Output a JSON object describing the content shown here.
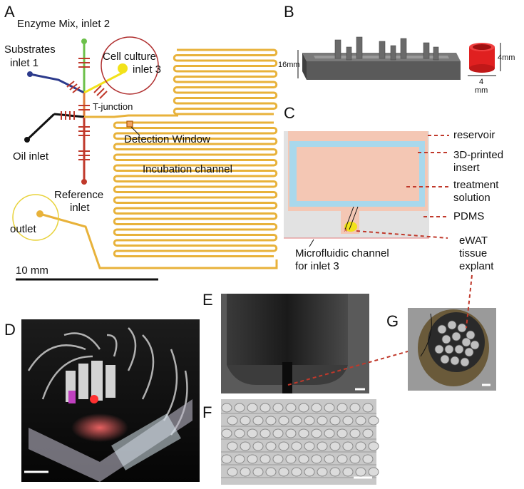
{
  "panels": {
    "a": "A",
    "b": "B",
    "c": "C",
    "d": "D",
    "e": "E",
    "f": "F",
    "g": "G"
  },
  "panel_a": {
    "enzyme_mix": "Enzyme Mix, inlet 2",
    "substrates_line1": "Substrates",
    "substrates_line2": "inlet 1",
    "cell_culture_line1": "Cell culture",
    "cell_culture_line2": "inlet 3",
    "t_junction": "T-junction",
    "detection_window": "Detection Window",
    "oil_inlet": "Oil inlet",
    "incubation_channel": "Incubation channel",
    "reference_line1": "Reference",
    "reference_line2": "inlet",
    "outlet": "outlet",
    "scale_bar": "10 mm"
  },
  "panel_b": {
    "height_label": "16mm",
    "cyl_height": "4mm",
    "cyl_width_1": "4",
    "cyl_width_2": "mm"
  },
  "panel_c": {
    "reservoir": "reservoir",
    "insert_line1": "3D-printed",
    "insert_line2": "insert",
    "treatment_line1": "treatment",
    "treatment_line2": "solution",
    "pdms": "PDMS",
    "ewat_line1": "eWAT",
    "ewat_line2": "tissue",
    "ewat_line3": "explant",
    "micro_line1": "Microfluidic channel",
    "micro_line2": "for inlet 3"
  },
  "colors": {
    "channel": "#e8b23a",
    "enzyme": "#6cc04a",
    "substrate": "#2c3a8c",
    "cell_inlet": "#f2e21a",
    "cell_circle": "#b03030",
    "valves": "#c0392b",
    "reference": "#e07b39",
    "reservoir_fill": "#f4c7b4",
    "insert_blue": "#a8d8ec",
    "pdms_gray": "#e2e2e2",
    "dashed_red": "#c0392b"
  }
}
